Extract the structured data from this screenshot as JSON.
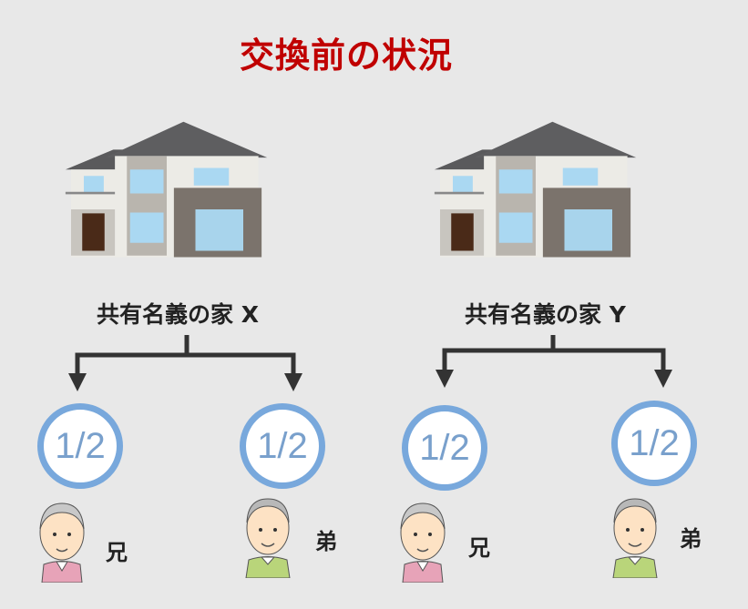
{
  "title": "交換前の状況",
  "houses": [
    {
      "label": "共有名義の家 X",
      "owners": [
        {
          "share": "1/2",
          "name": "兄"
        },
        {
          "share": "1/2",
          "name": "弟"
        }
      ]
    },
    {
      "label": "共有名義の家 Y",
      "owners": [
        {
          "share": "1/2",
          "name": "兄"
        },
        {
          "share": "1/2",
          "name": "弟"
        }
      ]
    }
  ],
  "colors": {
    "title": "#c00000",
    "circle": "#78a8dc",
    "arrow": "#333333"
  }
}
